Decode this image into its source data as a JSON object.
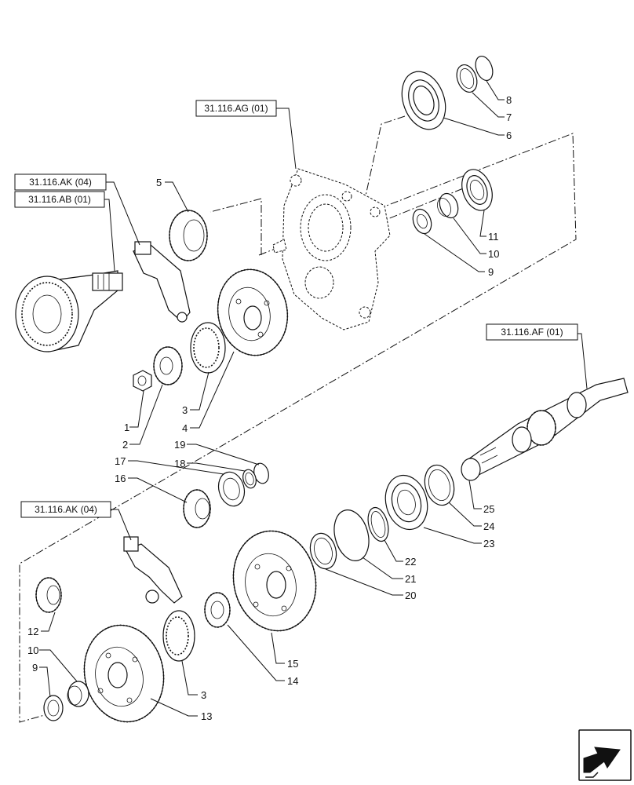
{
  "reference_labels": [
    {
      "id": "ref-ag",
      "text": "31.116.AG (01)"
    },
    {
      "id": "ref-ak-top",
      "text": "31.116.AK (04)"
    },
    {
      "id": "ref-ab",
      "text": "31.116.AB (01)"
    },
    {
      "id": "ref-af",
      "text": "31.116.AF (01)"
    },
    {
      "id": "ref-ak-bottom",
      "text": "31.116.AK (04)"
    }
  ],
  "callouts": {
    "c1": "1",
    "c2": "2",
    "c3a": "3",
    "c3b": "3",
    "c4": "4",
    "c5": "5",
    "c6": "6",
    "c7": "7",
    "c8": "8",
    "c9a": "9",
    "c9b": "9",
    "c10a": "10",
    "c10b": "10",
    "c11": "11",
    "c12": "12",
    "c13": "13",
    "c14": "14",
    "c15": "15",
    "c16": "16",
    "c17": "17",
    "c18": "18",
    "c19": "19",
    "c20": "20",
    "c21": "21",
    "c22": "22",
    "c23": "23",
    "c24": "24",
    "c25": "25"
  },
  "nav_icon": "arrow-icon"
}
